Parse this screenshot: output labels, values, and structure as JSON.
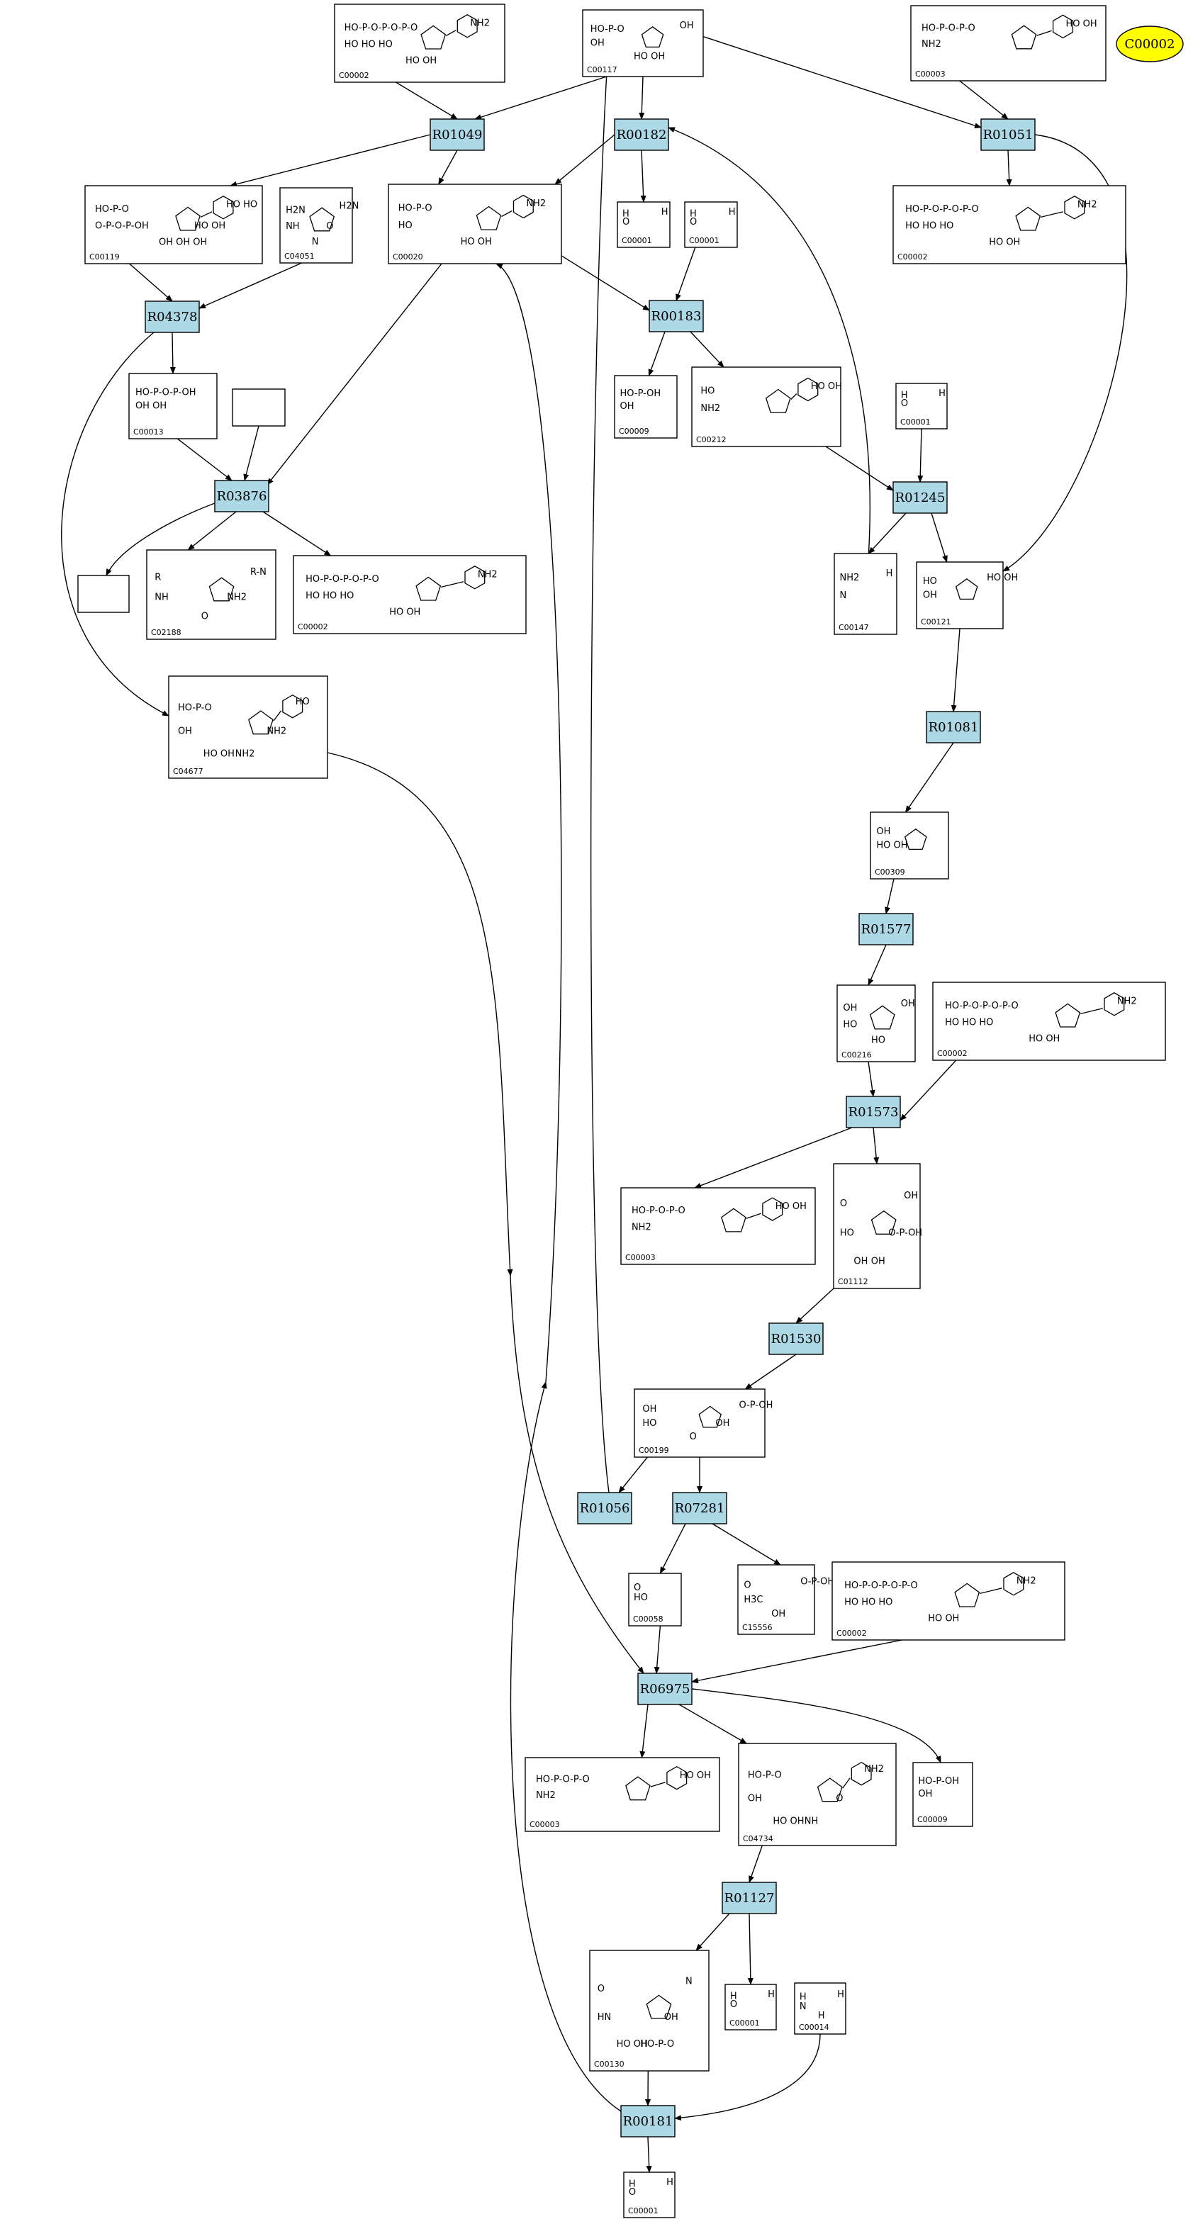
{
  "legend": {
    "label": "C00002",
    "color": "#ffff00"
  },
  "colors": {
    "reaction_fill": "#add8e6",
    "edge": "#000000"
  },
  "reactions": [
    {
      "id": "R01049"
    },
    {
      "id": "R00182"
    },
    {
      "id": "R01051"
    },
    {
      "id": "R04378"
    },
    {
      "id": "R00183"
    },
    {
      "id": "R03876"
    },
    {
      "id": "R01245"
    },
    {
      "id": "R01081"
    },
    {
      "id": "R01577"
    },
    {
      "id": "R01573"
    },
    {
      "id": "R01530"
    },
    {
      "id": "R01056"
    },
    {
      "id": "R07281"
    },
    {
      "id": "R06975"
    },
    {
      "id": "R01127"
    },
    {
      "id": "R00181"
    }
  ],
  "compounds": [
    {
      "key": "c00002_top",
      "id": "C00002",
      "texts": [
        "HO-P-O-P-O-P-O",
        "HO  HO  HO",
        "NH2",
        "HO  OH"
      ]
    },
    {
      "key": "c00117",
      "id": "C00117",
      "texts": [
        "HO-P-O",
        "OH",
        "OH",
        "HO  OH"
      ]
    },
    {
      "key": "c00003_top",
      "id": "C00003",
      "texts": [
        "HO-P-O-P-O",
        "NH2",
        "HO  OH"
      ]
    },
    {
      "key": "c00119",
      "id": "C00119",
      "texts": [
        "HO-P-O",
        "O-P-O-P-OH",
        "HO  HO",
        "OH  OH  OH",
        "HO  OH"
      ]
    },
    {
      "key": "c04051",
      "id": "C04051",
      "texts": [
        "H2N",
        "NH",
        "H2N",
        "N",
        "O"
      ]
    },
    {
      "key": "c00020",
      "id": "C00020",
      "texts": [
        "HO-P-O",
        "HO",
        "NH2",
        "HO  OH"
      ]
    },
    {
      "key": "c00001_a",
      "id": "C00001",
      "texts": [
        "H",
        "O",
        "H"
      ]
    },
    {
      "key": "c00001_b",
      "id": "C00001",
      "texts": [
        "H",
        "O",
        "H"
      ]
    },
    {
      "key": "c00002_r1051",
      "id": "C00002",
      "texts": [
        "HO-P-O-P-O-P-O",
        "HO  HO  HO",
        "NH2",
        "HO  OH"
      ]
    },
    {
      "key": "c00013",
      "id": "C00013",
      "texts": [
        "HO-P-O-P-OH",
        "OH  OH"
      ]
    },
    {
      "key": "blank_a",
      "id": "",
      "texts": []
    },
    {
      "key": "c00009_a",
      "id": "C00009",
      "texts": [
        "HO-P-OH",
        "OH"
      ]
    },
    {
      "key": "c00212",
      "id": "C00212",
      "texts": [
        "HO",
        "NH2",
        "HO  OH"
      ]
    },
    {
      "key": "c00001_c",
      "id": "C00001",
      "texts": [
        "H",
        "O",
        "H"
      ]
    },
    {
      "key": "blank_b",
      "id": "",
      "texts": []
    },
    {
      "key": "c02188",
      "id": "C02188",
      "texts": [
        "R",
        "NH",
        "R-N",
        "O",
        "NH2"
      ]
    },
    {
      "key": "c00002_r3876",
      "id": "C00002",
      "texts": [
        "HO-P-O-P-O-P-O",
        "HO  HO  HO",
        "NH2",
        "HO  OH"
      ]
    },
    {
      "key": "c00147",
      "id": "C00147",
      "texts": [
        "NH2",
        "N",
        "H"
      ]
    },
    {
      "key": "c00121",
      "id": "C00121",
      "texts": [
        "HO",
        "OH",
        "HO  OH"
      ]
    },
    {
      "key": "c04677",
      "id": "C04677",
      "texts": [
        "HO-P-O",
        "OH",
        "HO",
        "NH2",
        "NH2",
        "HO  OH"
      ]
    },
    {
      "key": "c00309",
      "id": "C00309",
      "texts": [
        "OH",
        "HO  OH"
      ]
    },
    {
      "key": "c00216",
      "id": "C00216",
      "texts": [
        "OH",
        "HO",
        "OH",
        "HO"
      ]
    },
    {
      "key": "c00002_r1573",
      "id": "C00002",
      "texts": [
        "HO-P-O-P-O-P-O",
        "HO  HO  HO",
        "NH2",
        "HO  OH"
      ]
    },
    {
      "key": "c00003_mid",
      "id": "C00003",
      "texts": [
        "HO-P-O-P-O",
        "NH2",
        "HO  OH"
      ]
    },
    {
      "key": "c01112",
      "id": "C01112",
      "texts": [
        "O",
        "HO",
        "OH",
        "OH",
        "O-P-OH",
        "OH"
      ]
    },
    {
      "key": "c00199",
      "id": "C00199",
      "texts": [
        "OH",
        "HO",
        "O-P-OH",
        "O",
        "OH"
      ]
    },
    {
      "key": "c00058",
      "id": "C00058",
      "texts": [
        "O",
        "HO"
      ]
    },
    {
      "key": "c15556",
      "id": "C15556",
      "texts": [
        "O",
        "H3C",
        "O-P-OH",
        "OH"
      ]
    },
    {
      "key": "c00002_r6975",
      "id": "C00002",
      "texts": [
        "HO-P-O-P-O-P-O",
        "HO  HO  HO",
        "NH2",
        "HO  OH"
      ]
    },
    {
      "key": "c00003_bot",
      "id": "C00003",
      "texts": [
        "HO-P-O-P-O",
        "NH2",
        "HO  OH"
      ]
    },
    {
      "key": "c04734",
      "id": "C04734",
      "texts": [
        "HO-P-O",
        "OH",
        "NH2",
        "NH",
        "O",
        "HO  OH"
      ]
    },
    {
      "key": "c00009_b",
      "id": "C00009",
      "texts": [
        "HO-P-OH",
        "OH"
      ]
    },
    {
      "key": "c00130",
      "id": "C00130",
      "texts": [
        "O",
        "HN",
        "N",
        "HO-P-O",
        "OH",
        "HO  OH"
      ]
    },
    {
      "key": "c00001_d",
      "id": "C00001",
      "texts": [
        "H",
        "O",
        "H"
      ]
    },
    {
      "key": "c00014",
      "id": "C00014",
      "texts": [
        "H",
        "N",
        "H",
        "H"
      ]
    },
    {
      "key": "c00001_e",
      "id": "C00001",
      "texts": [
        "H",
        "O",
        "H"
      ]
    }
  ]
}
